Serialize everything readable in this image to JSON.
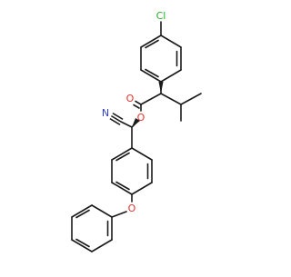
{
  "molecule": {
    "atom_labels": {
      "chlorine": "Cl",
      "carbonyl_oxygen": "O",
      "ester_oxygen": "O",
      "nitrile_nitrogen": "N",
      "ether_oxygen": "O"
    },
    "colors": {
      "bond": "#1a1a1a",
      "oxygen": "#e8302c",
      "nitrogen": "#2f3fd6",
      "chlorine": "#26b026",
      "carbon": "#1a1a1a"
    }
  }
}
